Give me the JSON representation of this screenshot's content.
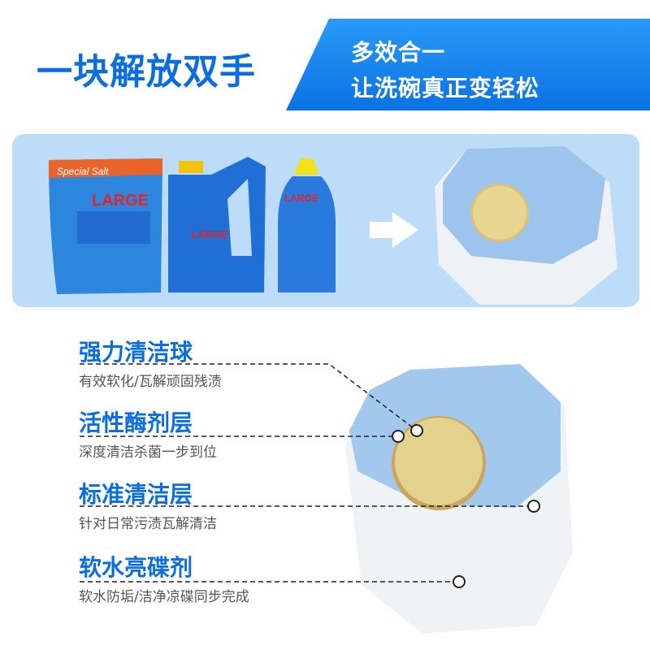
{
  "header": {
    "title": "一块解放双手",
    "banner_line1": "多效合一",
    "banner_line2": "让洗碗真正变轻松",
    "banner_color": "#1a8af0",
    "title_color": "#0a6ee0"
  },
  "comparison": {
    "products": [
      {
        "type": "salt-bag",
        "brand": "LARGE",
        "script": "Special Salt"
      },
      {
        "type": "detergent-jug",
        "brand": "LARGE"
      },
      {
        "type": "rinse-aid-bottle",
        "brand": "LARGE"
      }
    ],
    "arrow_icon": "arrow-right-icon",
    "result": "dishwasher-tablet"
  },
  "features": [
    {
      "title": "强力清洁球",
      "desc": "有效软化/瓦解顽固残渍"
    },
    {
      "title": "活性酶剂层",
      "desc": "深度清洁杀菌一步到位"
    },
    {
      "title": "标准清洁层",
      "desc": "针对日常污渍瓦解清洁"
    },
    {
      "title": "软水亮碟剂",
      "desc": "软水防垢/洁净凉碟同步完成"
    }
  ]
}
